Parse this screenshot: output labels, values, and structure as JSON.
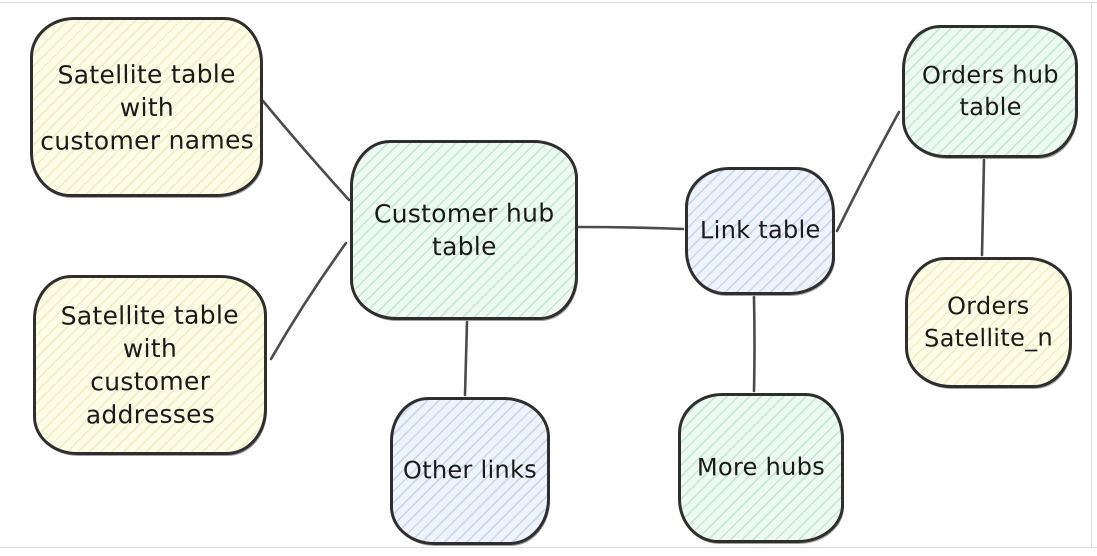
{
  "diagram": {
    "style": "hand-drawn",
    "nodes": {
      "satellite_names": {
        "label": "Satellite table\nwith\ncustomer names",
        "type": "satellite",
        "fill": "#fcfce9"
      },
      "satellite_addresses": {
        "label": "Satellite table\nwith\ncustomer\naddresses",
        "type": "satellite",
        "fill": "#fcfce9"
      },
      "customer_hub": {
        "label": "Customer hub\ntable",
        "type": "hub",
        "fill": "#eefaf1"
      },
      "link_table": {
        "label": "Link table",
        "type": "link",
        "fill": "#eef3fc"
      },
      "orders_hub": {
        "label": "Orders hub\ntable",
        "type": "hub",
        "fill": "#eefaf1"
      },
      "orders_satellite": {
        "label": "Orders\nSatellite_n",
        "type": "satellite",
        "fill": "#fcfce9"
      },
      "other_links": {
        "label": "Other links",
        "type": "link",
        "fill": "#eef3fc"
      },
      "more_hubs": {
        "label": "More hubs",
        "type": "hub",
        "fill": "#eefaf1"
      }
    },
    "edges": [
      {
        "from": "satellite_names",
        "to": "customer_hub"
      },
      {
        "from": "satellite_addresses",
        "to": "customer_hub"
      },
      {
        "from": "customer_hub",
        "to": "link_table"
      },
      {
        "from": "customer_hub",
        "to": "other_links"
      },
      {
        "from": "link_table",
        "to": "orders_hub"
      },
      {
        "from": "link_table",
        "to": "more_hubs"
      },
      {
        "from": "orders_hub",
        "to": "orders_satellite"
      }
    ],
    "colors": {
      "node_stroke": "#2e2e2e",
      "edge_stroke": "#4b4b4b",
      "text": "#1a1a1a",
      "satellite_fill": "#fcfce9",
      "satellite_hatch": "#eef0c1",
      "hub_fill": "#eefaf1",
      "hub_hatch": "#c4ead1",
      "link_fill": "#eef3fc",
      "link_hatch": "#c9d7f2",
      "page_background": "#ffffff",
      "frame_line": "#dcdcdc"
    }
  }
}
